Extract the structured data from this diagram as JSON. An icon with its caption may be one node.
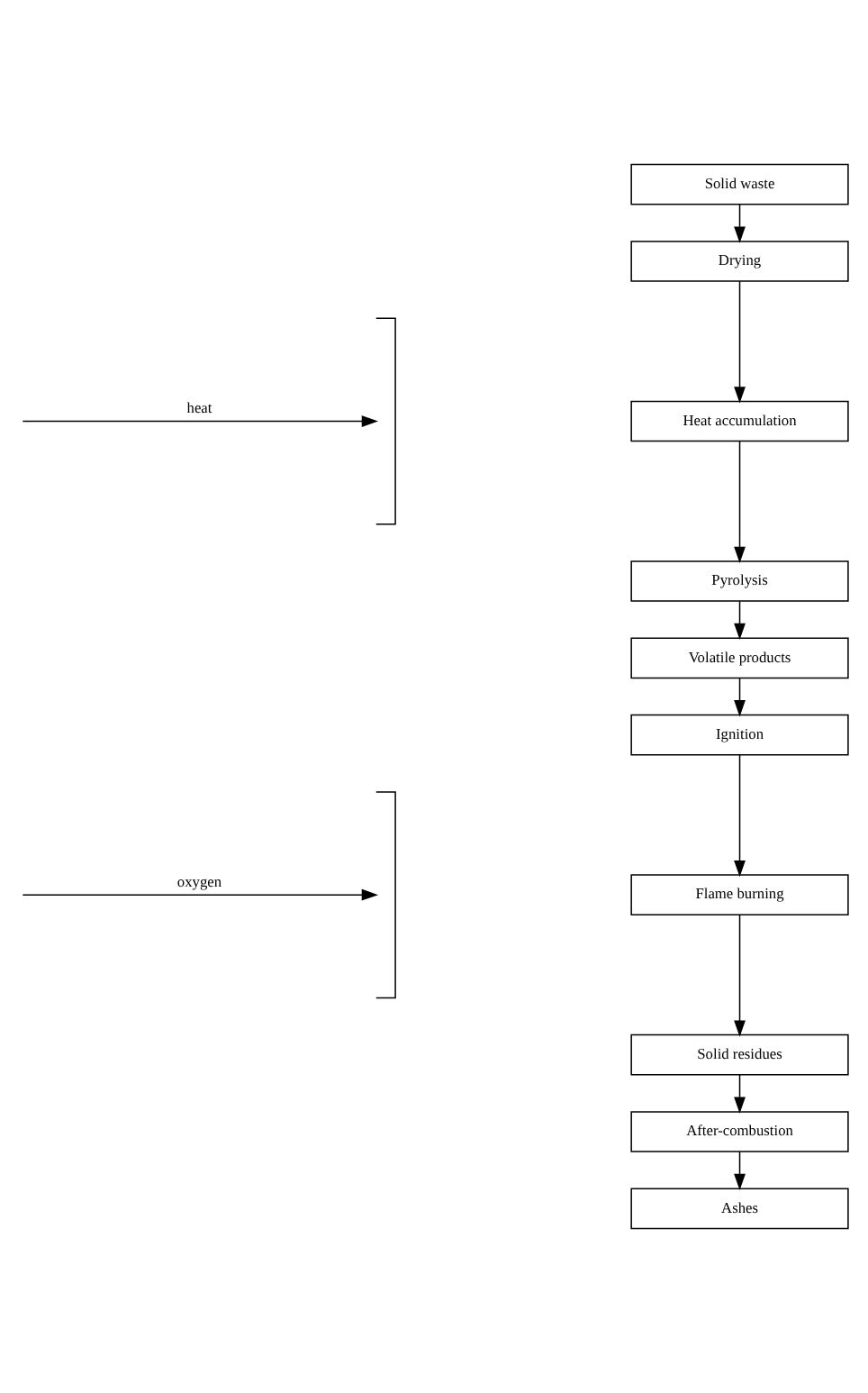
{
  "diagram": {
    "nodes": [
      {
        "text": [
          "Solid waste"
        ]
      },
      {
        "text": [
          "Drying"
        ]
      },
      {
        "text": [
          "Heat accumulation"
        ]
      },
      {
        "text": [
          "Pyrolysis"
        ]
      },
      {
        "text": [
          "Volatile products"
        ]
      },
      {
        "text": [
          "Ignition"
        ]
      },
      {
        "text": [
          "Flame burning"
        ]
      },
      {
        "text": [
          "Solid residues"
        ]
      },
      {
        "text": [
          "After-combustion"
        ]
      },
      {
        "text": [
          "Ashes"
        ]
      },
      {
        "text": [],
        "shape": "bracket"
      },
      {
        "text": [],
        "shape": "bracket"
      }
    ],
    "edges": [
      {
        "from": 0,
        "to": 1,
        "arrow": "to"
      },
      {
        "from": 1,
        "to": 2,
        "arrow": "to"
      },
      {
        "from": 2,
        "to": 3,
        "arrow": "to"
      },
      {
        "from": 3,
        "to": 4,
        "arrow": "to"
      },
      {
        "from": 4,
        "to": 5,
        "arrow": "to"
      },
      {
        "from": 5,
        "to": 6,
        "arrow": "to"
      },
      {
        "from": 6,
        "to": 7,
        "arrow": "to"
      },
      {
        "from": 7,
        "to": 8,
        "arrow": "to"
      },
      {
        "from": 8,
        "to": 9,
        "arrow": "to"
      },
      {
        "from": null,
        "to": 10,
        "arrow": "to",
        "label": "heat"
      },
      {
        "from": null,
        "to": 11,
        "arrow": "to",
        "label": "oxygen"
      }
    ]
  }
}
